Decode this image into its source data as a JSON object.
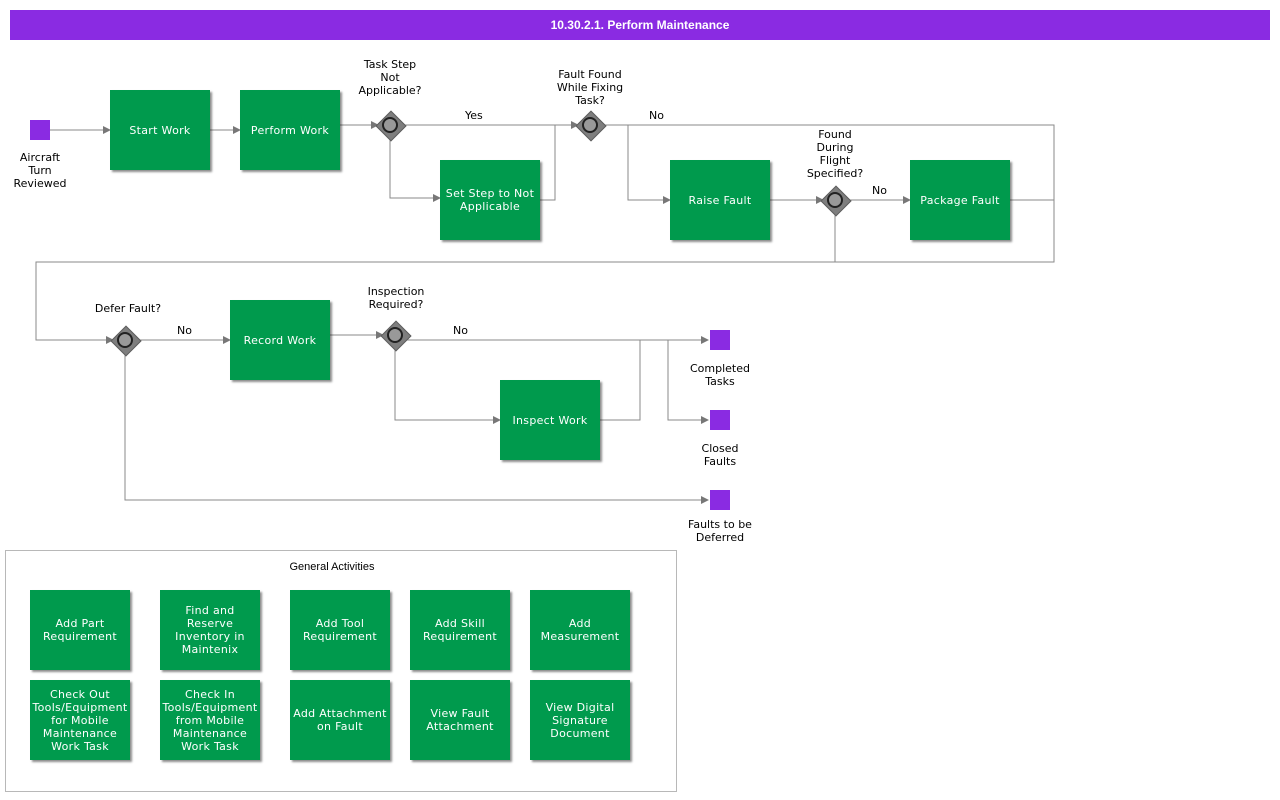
{
  "title": "10.30.2.1. Perform Maintenance",
  "events": {
    "start": "Aircraft\nTurn\nReviewed",
    "completed_tasks": "Completed\nTasks",
    "closed_faults": "Closed\nFaults",
    "faults_deferred": "Faults to be\nDeferred"
  },
  "tasks": {
    "start_work": "Start Work",
    "perform_work": "Perform Work",
    "set_step": "Set Step to Not\nApplicable",
    "raise_fault": "Raise Fault",
    "package_fault": "Package Fault",
    "record_work": "Record Work",
    "inspect_work": "Inspect Work"
  },
  "gateways": {
    "task_step": "Task Step\nNot\nApplicable?",
    "fault_found": "Fault Found\nWhile Fixing\nTask?",
    "found_during_flight": "Found\nDuring\nFlight\nSpecified?",
    "defer_fault": "Defer Fault?",
    "inspection_required": "Inspection\nRequired?"
  },
  "flow_labels": {
    "yes_task_step": "Yes",
    "no_fault_found": "No",
    "no_found_during_flight": "No",
    "no_defer_fault": "No",
    "no_inspection": "No"
  },
  "general": {
    "title": "General Activities",
    "activities": [
      "Add Part\nRequirement",
      "Find and\nReserve\nInventory in\nMaintenix",
      "Add Tool\nRequirement",
      "Add Skill\nRequirement",
      "Add\nMeasurement",
      "Check Out\nTools/Equipment\nfor Mobile\nMaintenance\nWork Task",
      "Check In\nTools/Equipment\nfrom Mobile\nMaintenance\nWork Task",
      "Add Attachment\non Fault",
      "View Fault\nAttachment",
      "View Digital\nSignature\nDocument"
    ]
  },
  "colors": {
    "task": "#009a4d",
    "event": "#8a2be2",
    "header": "#8a2be2",
    "gateway": "#7e7e7e"
  }
}
